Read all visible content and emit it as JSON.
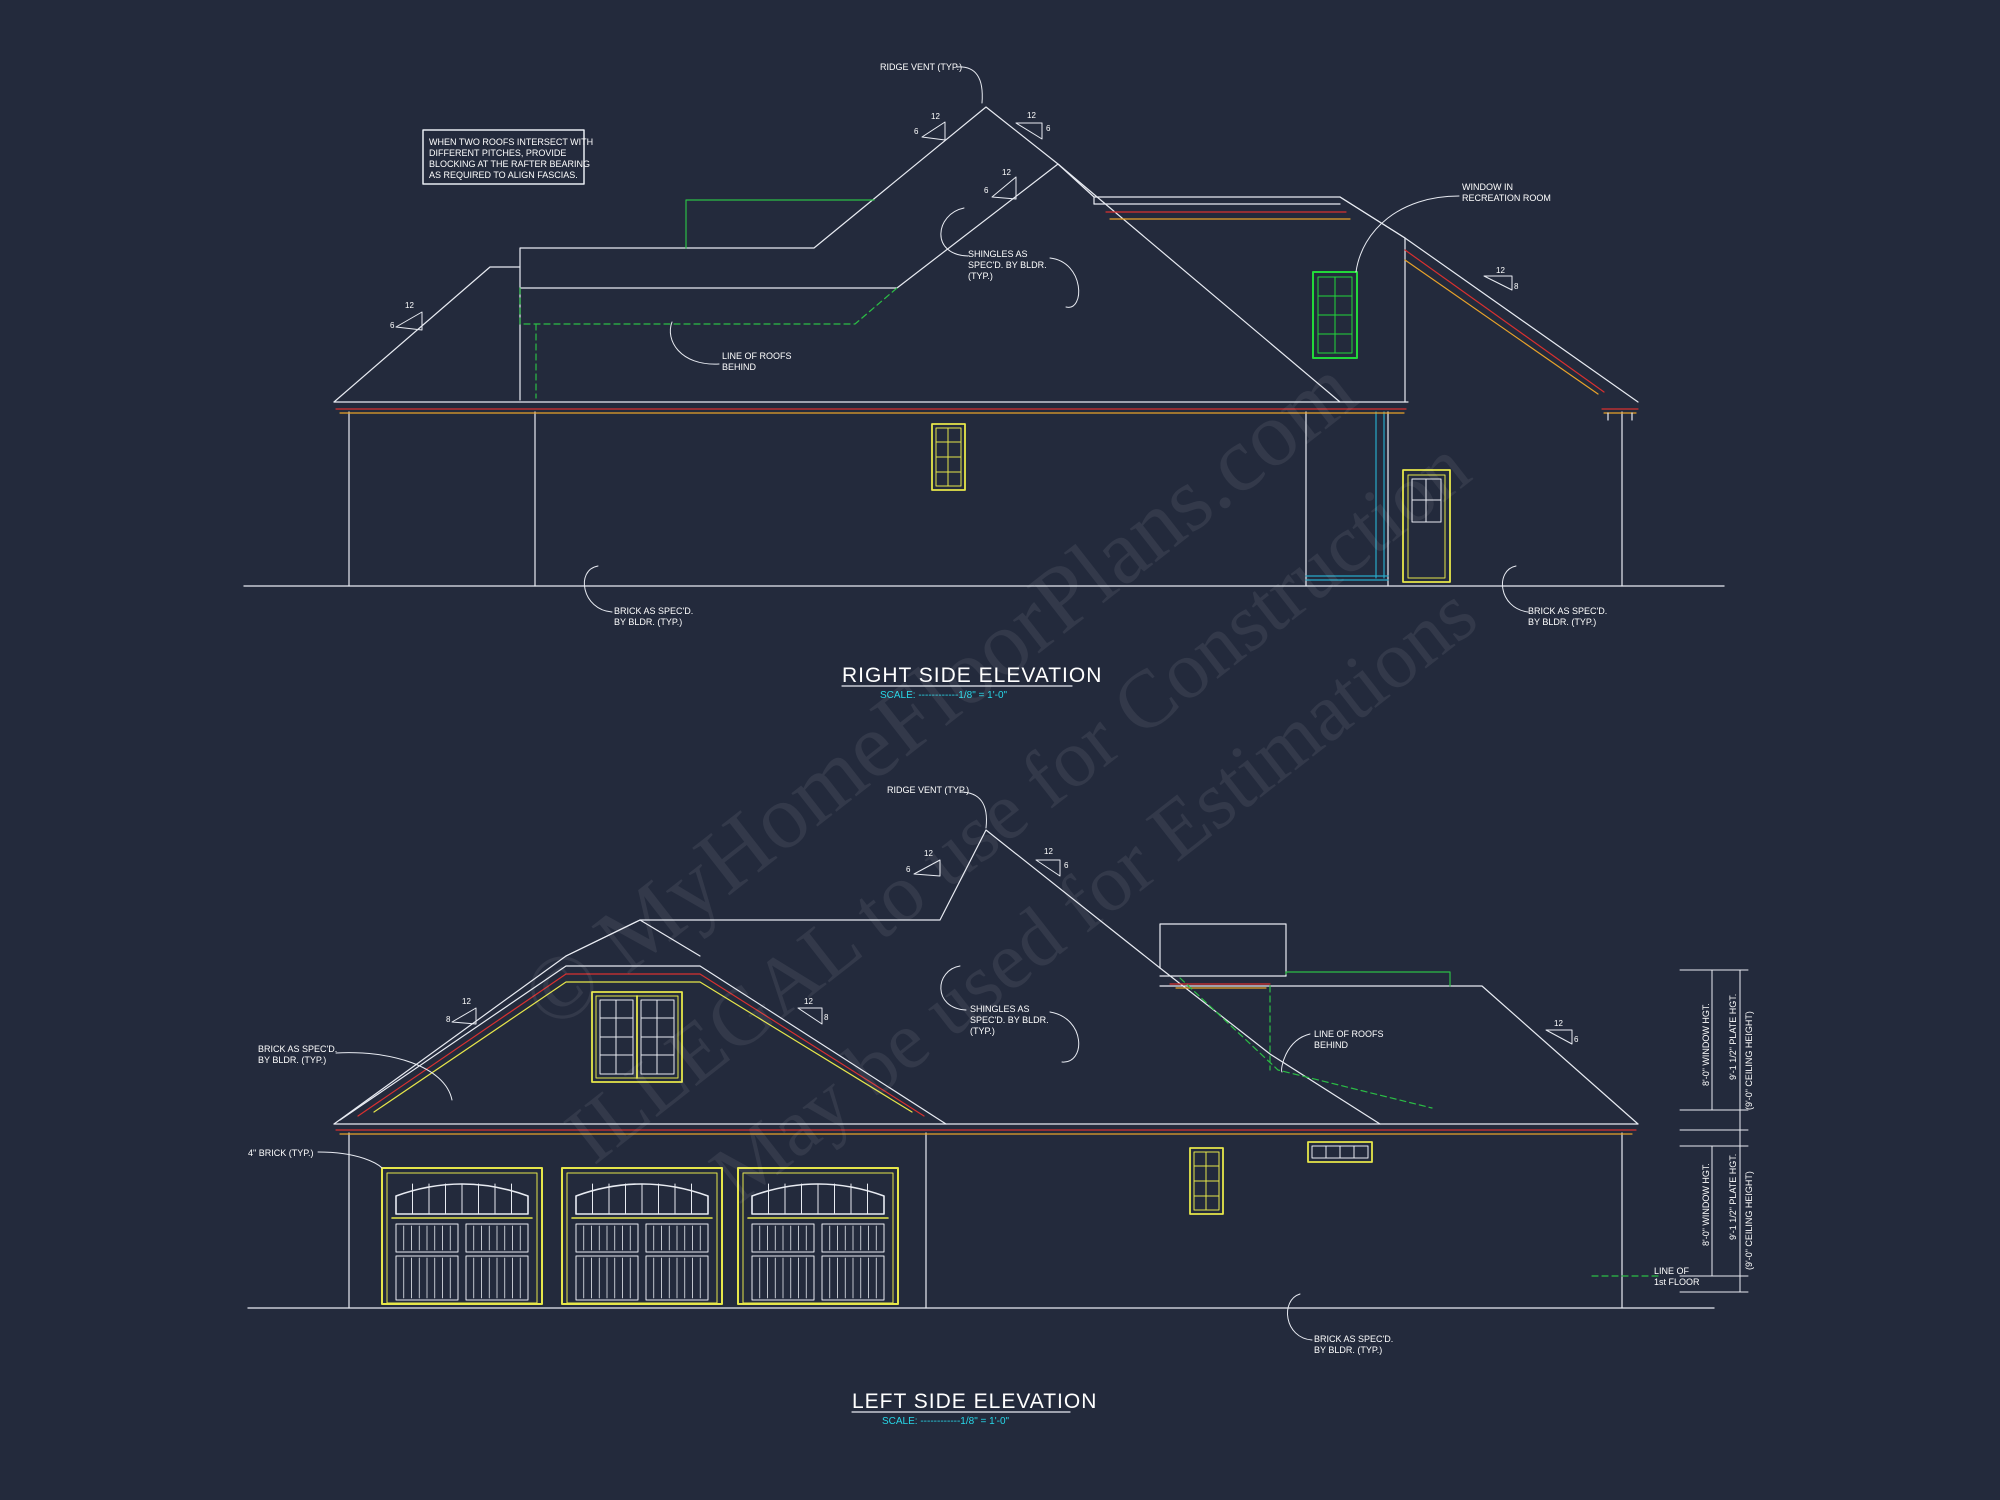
{
  "colors": {
    "background": "#232a3c",
    "linework": "#e8ebf2",
    "window_yellow": "#e6e64a",
    "window_green": "#22d83a",
    "hidden_line_green": "#2bbd45",
    "fascia_red": "#d8302f",
    "fascia_orange": "#e8a22a",
    "scale_cyan": "#27d7e8"
  },
  "right_elevation": {
    "title": "RIGHT SIDE ELEVATION",
    "scale": "SCALE: ------------1/8\" = 1'-0\"",
    "notes": {
      "intersect": [
        "WHEN TWO ROOFS INTERSECT WITH",
        "DIFFERENT PITCHES, PROVIDE",
        "BLOCKING AT THE RAFTER BEARING",
        "AS REQUIRED TO ALIGN FASCIAS."
      ],
      "ridge_vent": "RIDGE VENT (TYP.)",
      "window_rec": [
        "WINDOW IN",
        "RECREATION ROOM"
      ],
      "shingles": [
        "SHINGLES AS",
        "SPEC'D. BY BLDR.",
        "(TYP.)"
      ],
      "roofs_behind": [
        "LINE OF ROOFS",
        "BEHIND"
      ],
      "brick_left": [
        "BRICK AS SPEC'D.",
        "BY BLDR. (TYP.)"
      ],
      "brick_right": [
        "BRICK AS SPEC'D.",
        "BY BLDR. (TYP.)"
      ]
    },
    "pitches": [
      {
        "run": "12",
        "rise": "6"
      },
      {
        "run": "12",
        "rise": "6"
      },
      {
        "run": "12",
        "rise": "6"
      },
      {
        "run": "12",
        "rise": "6"
      },
      {
        "run": "12",
        "rise": "8"
      }
    ]
  },
  "left_elevation": {
    "title": "LEFT SIDE ELEVATION",
    "scale": "SCALE: ------------1/8\" = 1'-0\"",
    "notes": {
      "ridge_vent": "RIDGE VENT (TYP.)",
      "brick_gable": [
        "BRICK AS SPEC'D.",
        "BY BLDR. (TYP.)"
      ],
      "brick_4in": "4\" BRICK (TYP.)",
      "shingles": [
        "SHINGLES AS",
        "SPEC'D. BY BLDR.",
        "(TYP.)"
      ],
      "roofs_behind": [
        "LINE OF ROOFS",
        "BEHIND"
      ],
      "brick_bottom": [
        "BRICK AS SPEC'D.",
        "BY BLDR. (TYP.)"
      ],
      "first_floor": [
        "LINE OF",
        "1st FLOOR"
      ]
    },
    "pitches": [
      {
        "run": "12",
        "rise": "6"
      },
      {
        "run": "12",
        "rise": "6"
      },
      {
        "run": "12",
        "rise": "8"
      },
      {
        "run": "12",
        "rise": "8"
      },
      {
        "run": "12",
        "rise": "6"
      }
    ],
    "dimensions": {
      "upper_window": "8'-0\" WINDOW HGT.",
      "upper_plate": "9'-1 1/2\" PLATE HGT.",
      "upper_ceiling": "(9'-0\" CEILING HEIGHT)",
      "lower_window": "8'-0\" WINDOW HGT.",
      "lower_plate": "9'-1 1/2\" PLATE HGT.",
      "lower_ceiling": "(9'-0\" CEILING HEIGHT)"
    }
  },
  "watermark": {
    "line1": "© MyHomeFloorPlans.com",
    "line2": "ILLEGAL to use for Construction",
    "line3": "May be used for Estimations"
  }
}
